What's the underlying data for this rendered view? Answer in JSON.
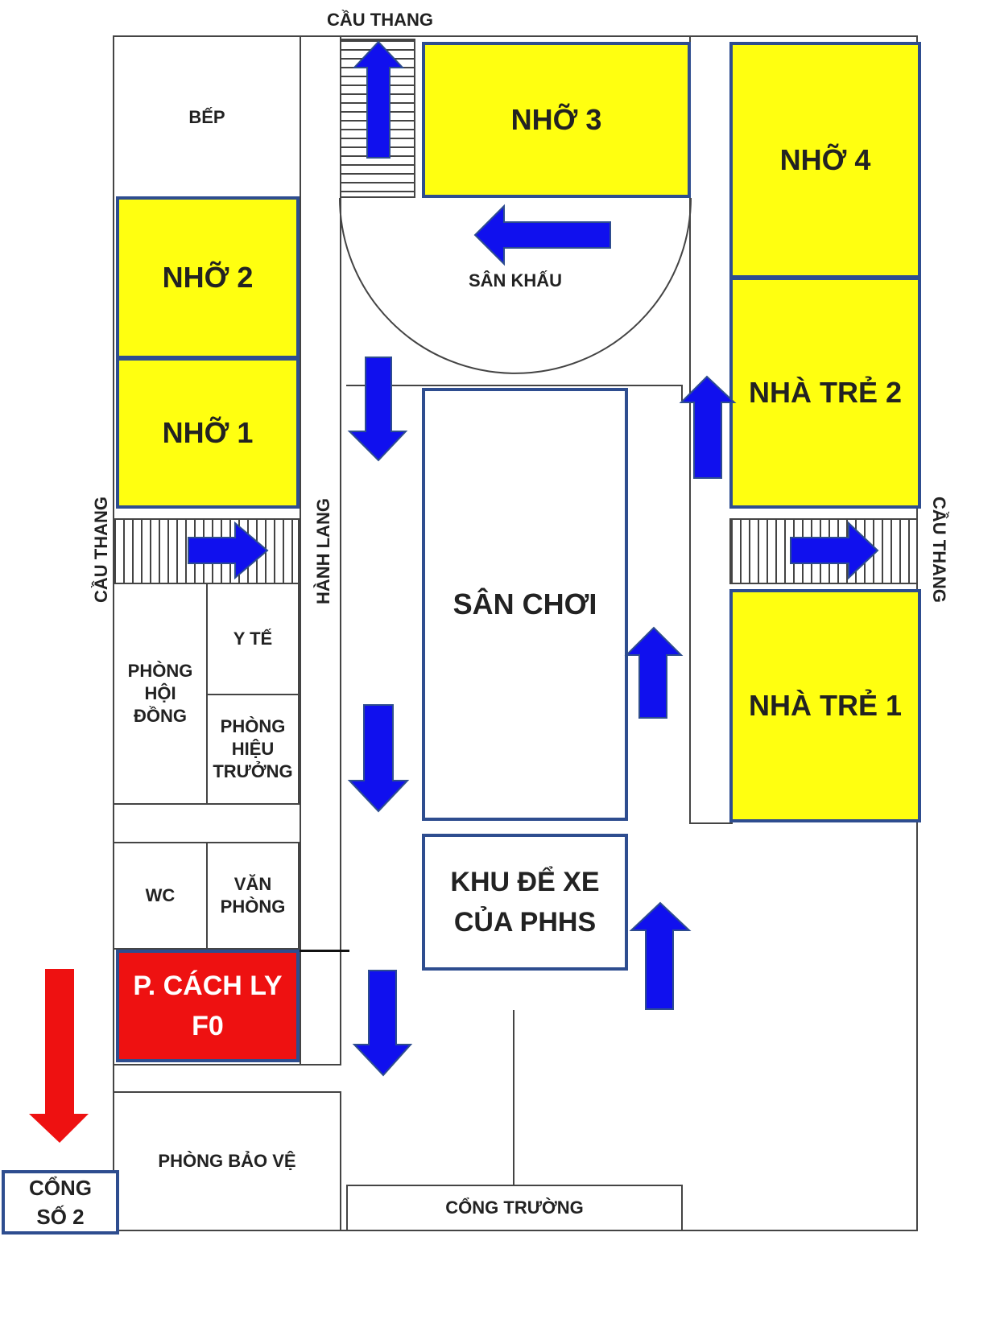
{
  "colors": {
    "yellow": "#ffff10",
    "red": "#ee1111",
    "blue": "#1010ee",
    "border": "#2e4d8f"
  },
  "labels": {
    "stairs_top": "CẦU THANG",
    "stairs_left": "CẦU THANG",
    "stairs_right": "CẦU THANG",
    "corridor": "HÀNH LANG",
    "kitchen": "BẾP",
    "nho3": "NHỠ 3",
    "nho4": "NHỠ 4",
    "nho2": "NHỠ 2",
    "nho1": "NHỠ 1",
    "stage": "SÂN KHẤU",
    "playground": "SÂN CHƠI",
    "nhatre2": "NHÀ TRẺ 2",
    "nhatre1": "NHÀ TRẺ 1",
    "health": "Y TẾ",
    "council": "PHÒNG\nHỘI\nĐỒNG",
    "principal": "PHÒNG\nHIỆU\nTRƯỞNG",
    "wc": "WC",
    "office": "VĂN\nPHÒNG",
    "parking": "KHU ĐỂ XE\nCỦA PHHS",
    "isolation": "P. CÁCH LY\nF0",
    "guard": "PHÒNG BẢO VỆ",
    "school_gate": "CỔNG TRƯỜNG",
    "gate2": "CỔNG\nSỐ 2"
  }
}
